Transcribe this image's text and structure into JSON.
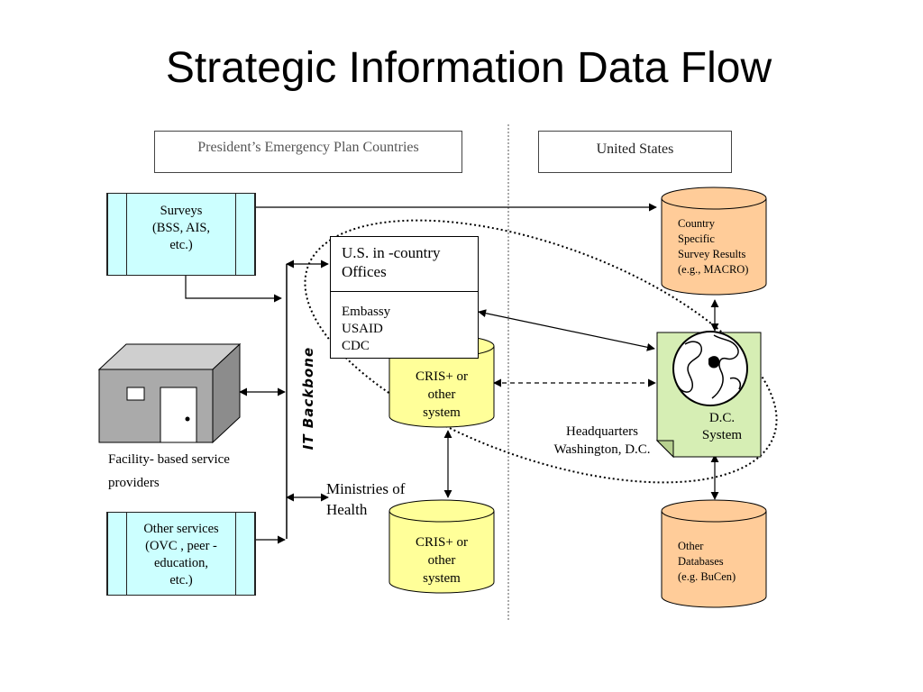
{
  "title": "Strategic Information Data Flow",
  "regions": {
    "pepfar": "President’s Emergency Plan Countries",
    "us": "United States"
  },
  "surveys": [
    "Surveys",
    "(BSS, AIS,",
    "etc.)"
  ],
  "other_services": [
    "Other services",
    "(OVC , peer -",
    "education,",
    "etc.)"
  ],
  "facility_label": [
    "Facility- based service",
    "providers"
  ],
  "it_backbone": "IT Backbone",
  "offices": {
    "title": [
      "U.S. in -country",
      "Offices"
    ],
    "members": [
      "Embassy",
      "USAID",
      "CDC"
    ]
  },
  "cris_upper": [
    "CRIS+ or",
    "other",
    "system"
  ],
  "cris_lower": [
    "CRIS+ or",
    "other",
    "system"
  ],
  "ministries": [
    "Ministries of",
    "Health"
  ],
  "country_survey": [
    "Country",
    "Specific",
    "Survey Results",
    "(e.g., MACRO)"
  ],
  "dc_system": [
    "D.C.",
    "System"
  ],
  "headquarters": [
    "Headquarters",
    "Washington, D.C."
  ],
  "other_databases": [
    "Other",
    "Databases",
    "(e.g. BuCen)"
  ],
  "colors": {
    "survey_fill": "#ccffff",
    "cris_fill": "#ffff99",
    "db_fill": "#ffcc99",
    "dc_fill": "#d6eeb4",
    "building_fill": "#aaaaaa"
  }
}
